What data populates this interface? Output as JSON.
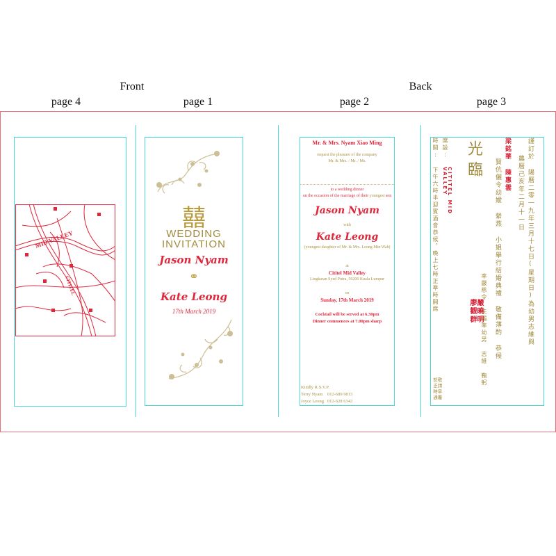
{
  "headers": {
    "front": "Front",
    "back": "Back",
    "page4": "page 4",
    "page1": "page 1",
    "page2": "page 2",
    "page3": "page 3"
  },
  "page1": {
    "emblem": "囍",
    "title_line1": "WEDDING",
    "title_line2": "INVITATION",
    "groom": "Jason Nyam",
    "bride": "Kate Leong",
    "date": "17th March 2019"
  },
  "page2": {
    "hosts": "Mr. & Mrs. Nyam Xiao Ming",
    "request": "request the pleasure of the company",
    "guest": "Mr. & Mrs. / Mr. / Ms.",
    "dinner": "to a wedding dinner",
    "occasion": "on the occasion of the marriage of their",
    "youngest": "youngest",
    "son": "son",
    "groom": "Jason Nyam",
    "with": "with",
    "bride": "Kate Leong",
    "bride_note": "(youngest daughter of Mr. & Mrs. Leong Min Wah)",
    "at": "at",
    "venue": "Cititel Mid Valley",
    "address": "Lingkaran Syed Putra, 59200 Kuala Lumpur",
    "on": "on",
    "date": "Sunday, 17th March 2019",
    "cocktail": "Cocktail will be served at 6.30pm",
    "dinner_time": "Dinner commences at 7.00pm sharp",
    "rsvp_title": "Kindly R.S.V.P.",
    "rsvp1": "Terry Nyam    012-689 9813",
    "rsvp2": "Joyce Leong   012-628 6342"
  },
  "page3": {
    "big_chars": "光臨",
    "col_date": "謹訂於 陽曆二零一九年三月十七日(星期日)為幼男志維與",
    "col_lunar": "農曆己亥年二月十一日",
    "col_brideparents": "梁銘華 陳惠雲",
    "col_bride_line": "賢伉儷令幼嫒 縈燕 小姐舉行結婚典禮 敬備薄酌 恭候",
    "col_venue_lbl": "席設:",
    "col_venue": "CITITEL MID VALLEY",
    "col_time_lbl": "時間:",
    "col_time": "下午六時半迎賓酒會恭候，晚上七時正準時開席",
    "col_hostparents": "嚴曉明 廖觀群",
    "col_hosts_line": "率嚴慈令 夫婿率幼男 志維 鞠躬",
    "col_rsvp": "敬請早覆 恕乏時通"
  },
  "page4": {
    "map_brand": "MID VALLEY",
    "map_hotel": "CITITEL"
  },
  "colors": {
    "red": "#e0263b",
    "gold": "#a9913f",
    "panel_border": "#4ad7d7",
    "outline": "#e4707a"
  }
}
